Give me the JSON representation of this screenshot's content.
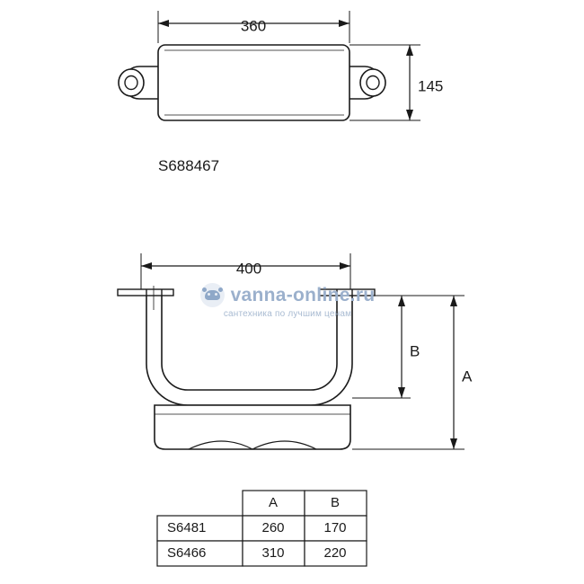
{
  "top_view": {
    "width_dim": "360",
    "height_dim": "145",
    "part_label": "S688467"
  },
  "side_view": {
    "width_dim": "400",
    "dim_b": "B",
    "dim_a": "A"
  },
  "watermark": {
    "name": "vanna-online.ru",
    "tagline": "сантехника по лучшим ценам"
  },
  "table": {
    "headers": [
      "",
      "A",
      "B"
    ],
    "rows": [
      {
        "model": "S6481",
        "a": "260",
        "b": "170"
      },
      {
        "model": "S6466",
        "a": "310",
        "b": "220"
      }
    ]
  },
  "colors": {
    "line": "#1a1a1a",
    "watermark": "#9bb0cc"
  }
}
